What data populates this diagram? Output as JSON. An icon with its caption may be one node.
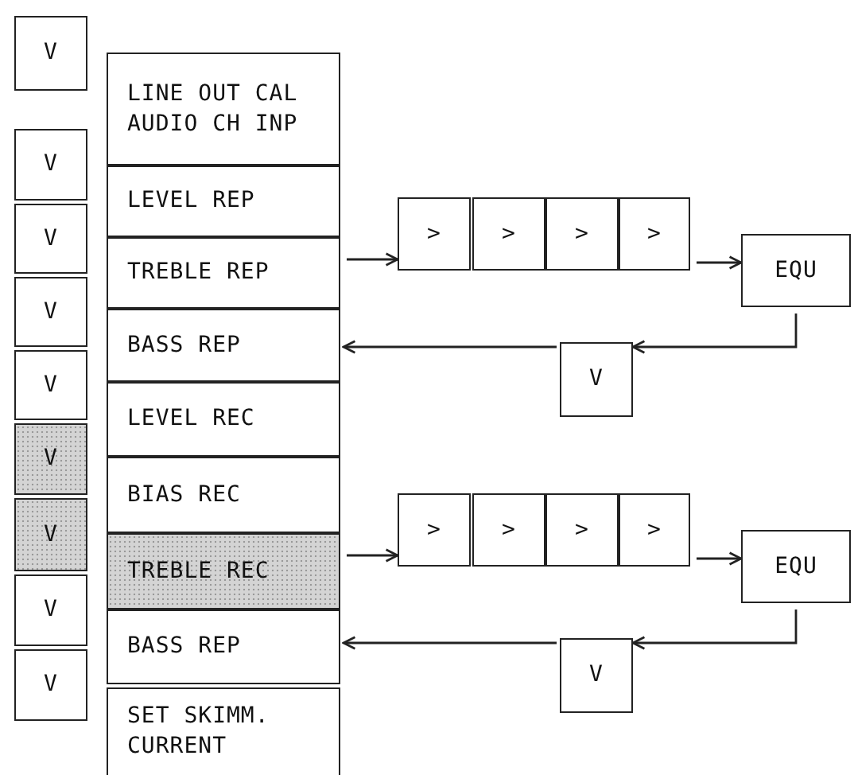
{
  "diagram": {
    "nodes": [
      {
        "text": [
          "V"
        ]
      },
      {
        "text": [
          "V"
        ]
      },
      {
        "text": [
          "V"
        ]
      },
      {
        "text": [
          "V"
        ]
      },
      {
        "text": [
          "V"
        ]
      },
      {
        "text": [
          "V"
        ]
      },
      {
        "text": [
          "V"
        ]
      },
      {
        "text": [
          "V"
        ]
      },
      {
        "text": [
          "V"
        ]
      },
      {
        "text": [
          "LINE OUT CAL AUDIO CH INP"
        ]
      },
      {
        "text": [
          "LEVEL REP"
        ]
      },
      {
        "text": [
          "TREBLE REP"
        ]
      },
      {
        "text": [
          "BASS REP"
        ]
      },
      {
        "text": [
          "LEVEL REC"
        ]
      },
      {
        "text": [
          "BIAS REC"
        ]
      },
      {
        "text": [
          "TREBLE REC"
        ]
      },
      {
        "text": [
          "BASS REP"
        ]
      },
      {
        "text": [
          "SET SKIMM. CURRENT"
        ]
      },
      {
        "text": [
          ">"
        ]
      },
      {
        "text": [
          ">"
        ]
      },
      {
        "text": [
          ">"
        ]
      },
      {
        "text": [
          ">"
        ]
      },
      {
        "text": [
          "EQU"
        ]
      },
      {
        "text": [
          "V"
        ]
      },
      {
        "text": [
          ">"
        ]
      },
      {
        "text": [
          ">"
        ]
      },
      {
        "text": [
          ">"
        ]
      },
      {
        "text": [
          ">"
        ]
      },
      {
        "text": [
          "EQU"
        ]
      },
      {
        "text": [
          "V"
        ]
      }
    ],
    "edges": [
      {
        "from": 11,
        "to": 18,
        "arrow": "to"
      },
      {
        "from": 21,
        "to": 22,
        "arrow": "to"
      },
      {
        "from": 22,
        "to": 23,
        "arrow": "to"
      },
      {
        "from": 23,
        "to": 12,
        "arrow": "to"
      },
      {
        "from": 15,
        "to": 24,
        "arrow": "to"
      },
      {
        "from": 27,
        "to": 28,
        "arrow": "to"
      },
      {
        "from": 28,
        "to": 29,
        "arrow": "to"
      },
      {
        "from": 29,
        "to": 16,
        "arrow": "to"
      }
    ]
  }
}
